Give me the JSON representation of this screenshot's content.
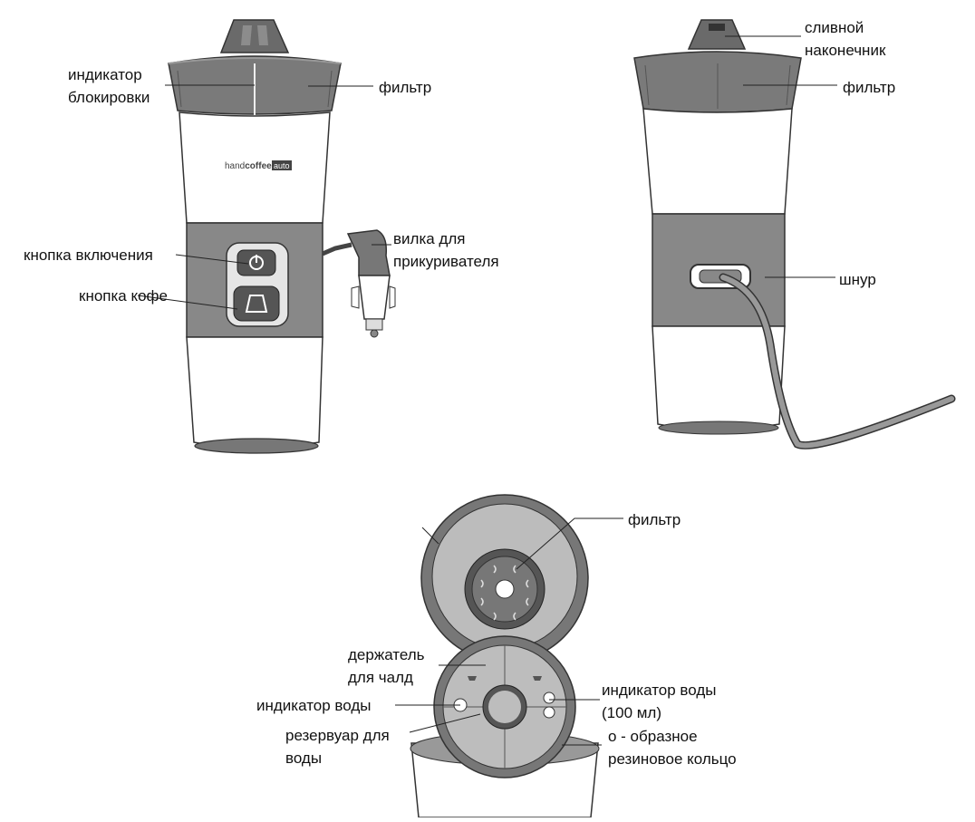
{
  "brand": {
    "prefix": "hand",
    "strong": "coffee",
    "badge": "auto"
  },
  "colors": {
    "dark": "#6a6a6a",
    "mid": "#8c8c8c",
    "light": "#d6d6d6",
    "body": "#ffffff",
    "outline": "#333333"
  },
  "labels": {
    "lock_indicator": "индикатор\nблокировки",
    "filter_left": "фильтр",
    "power_button": "кнопка включения",
    "coffee_button": "кнопка кофе",
    "car_plug": "вилка для\nприкуривателя",
    "spout": "сливной\nнаконечник",
    "filter_right": "фильтр",
    "cord": "шнур",
    "filter_bottom": "фильтр",
    "pod_holder": "держатель\nдля чалд",
    "water_indicator_left": "индикатор воды",
    "water_tank": "резервуар для\nводы",
    "water_indicator_100": "индикатор воды\n(100 мл)",
    "o_ring": "о - образное\nрезиновое кольцо"
  }
}
